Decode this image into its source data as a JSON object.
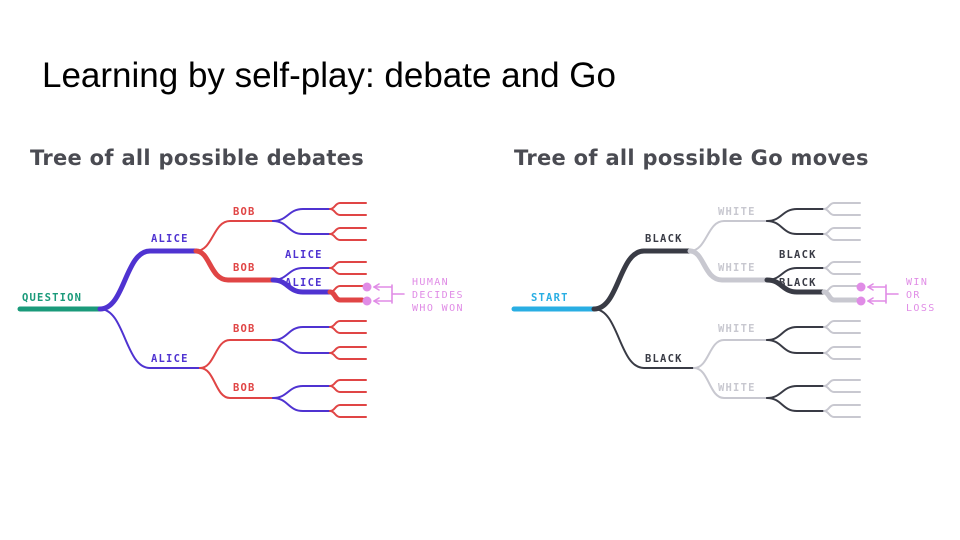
{
  "title": "Learning by self-play: debate and Go",
  "debate": {
    "panel_title": "Tree of all possible debates",
    "root": "QUESTION",
    "level1": [
      "ALICE",
      "ALICE"
    ],
    "level2": [
      "BOB",
      "BOB",
      "BOB",
      "BOB"
    ],
    "level3": [
      "ALICE",
      "ALICE"
    ],
    "judge": [
      "HUMAN",
      "DECIDES",
      "WHO WON"
    ],
    "colors": {
      "root": "#1a9a7a",
      "alice": "#4f33d1",
      "bob": "#e04545",
      "judge": "#e08ce6"
    }
  },
  "go": {
    "panel_title": "Tree of all possible Go moves",
    "root": "START",
    "level1": [
      "BLACK",
      "BLACK"
    ],
    "level2": [
      "WHITE",
      "WHITE",
      "WHITE",
      "WHITE"
    ],
    "level3": [
      "BLACK",
      "BLACK"
    ],
    "result": [
      "WIN",
      "OR",
      "LOSS"
    ],
    "colors": {
      "root": "#29aee3",
      "black": "#393b45",
      "white": "#c8c8d0",
      "result": "#e08ce6"
    }
  }
}
